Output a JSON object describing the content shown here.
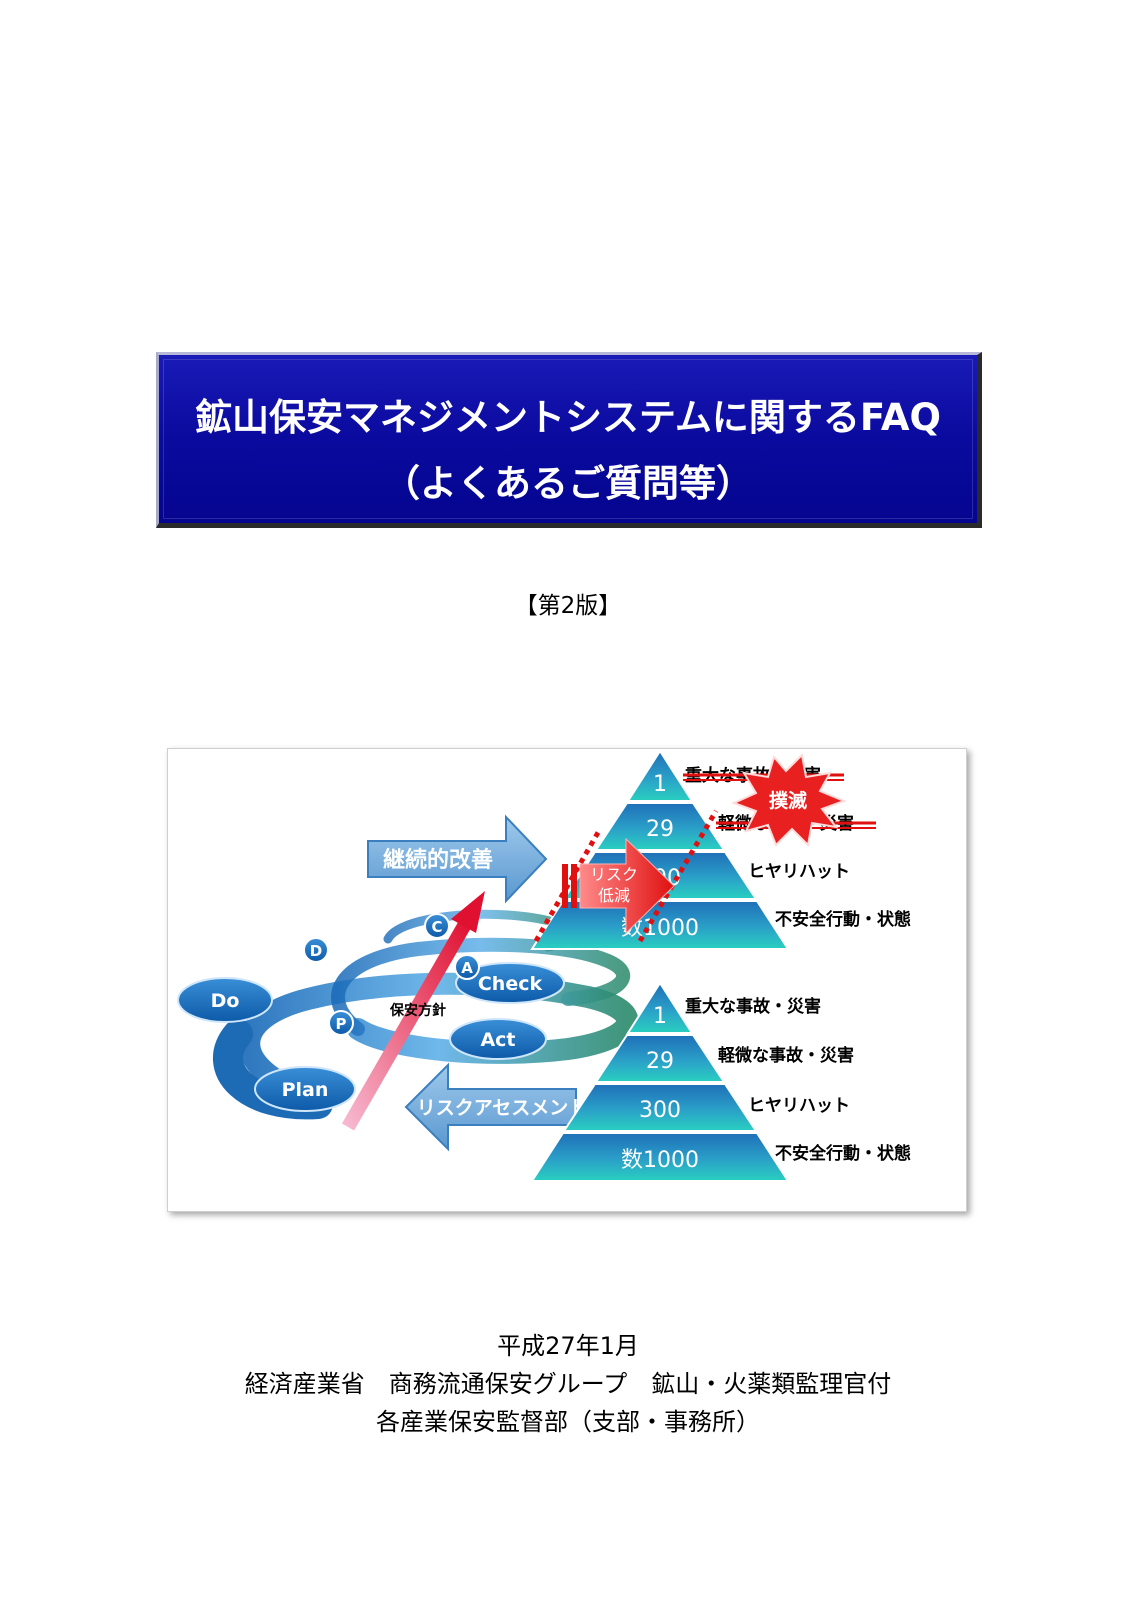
{
  "title": {
    "line1": "鉱山保安マネジメントシステムに関するFAQ",
    "line2": "（よくあるご質問等）"
  },
  "edition": "【第2版】",
  "figure": {
    "pdca": {
      "plan": "Plan",
      "do": "Do",
      "check": "Check",
      "act": "Act",
      "p": "P",
      "d": "D",
      "c": "C",
      "a": "A",
      "policy": "保安方針"
    },
    "arrows": {
      "continuous_improvement": "継続的改善",
      "risk_assessment": "リスクアセスメント",
      "risk_reduction_1": "リスク",
      "risk_reduction_2": "低減",
      "eradication": "撲滅"
    },
    "pyramid_top": {
      "levels": [
        "1",
        "29",
        "300",
        "数1000"
      ],
      "labels": [
        "重大な事故・災害",
        "軽微な事故・災害",
        "ヒヤリハット",
        "不安全行動・状態"
      ]
    },
    "pyramid_bottom": {
      "levels": [
        "1",
        "29",
        "300",
        "数1000"
      ],
      "labels": [
        "重大な事故・災害",
        "軽微な事故・災害",
        "ヒヤリハット",
        "不安全行動・状態"
      ]
    }
  },
  "footer": {
    "date": "平成27年1月",
    "ministry": "経済産業省　商務流通保安グループ　鉱山・火薬類監理官付",
    "bureaus": "各産業保安監督部（支部・事務所）"
  }
}
